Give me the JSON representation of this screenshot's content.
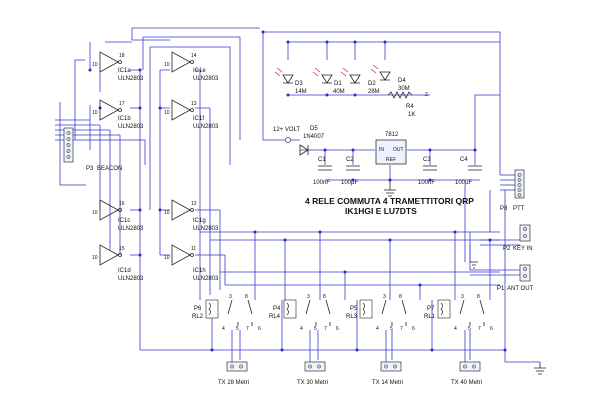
{
  "title": {
    "line1": "4 RELE COMMUTA 4 TRAMETTITORI QRP",
    "line2": "IK1HGI E LU7DTS"
  },
  "buffers": {
    "ic1a": {
      "name": "IC1a",
      "part": "ULN2803"
    },
    "ic1b": {
      "name": "IC1b",
      "part": "ULN2803"
    },
    "ic1c": {
      "name": "IC1c",
      "part": "ULN2803"
    },
    "ic1d": {
      "name": "IC1d",
      "part": "ULN2803"
    },
    "ic1e": {
      "name": "IC1e",
      "part": "ULN2803"
    },
    "ic1f": {
      "name": "IC1f",
      "part": "ULN2803"
    },
    "ic1g": {
      "name": "IC1g",
      "part": "ULN2803"
    },
    "ic1h": {
      "name": "IC1h",
      "part": "ULN2803"
    }
  },
  "leds": [
    {
      "ref": "D3",
      "band": "14M"
    },
    {
      "ref": "D1",
      "band": "40M"
    },
    {
      "ref": "D2",
      "band": "28M"
    },
    {
      "ref": "D4",
      "band": "30M"
    }
  ],
  "resistor": {
    "ref": "R4",
    "value": "1K"
  },
  "power": {
    "supply": "12+ VOLT",
    "diode_ref": "D5",
    "diode_part": "1N4007",
    "regulator": "7812",
    "reg_in": "IN",
    "reg_out": "OUT",
    "reg_ref": "REF"
  },
  "capacitors": [
    {
      "ref": "C1",
      "value": "100nF"
    },
    {
      "ref": "C2",
      "value": "100µF"
    },
    {
      "ref": "C3",
      "value": "100nF"
    },
    {
      "ref": "C4",
      "value": "100µF"
    }
  ],
  "connectors": {
    "p3": "P3",
    "p3_label": "BEACON",
    "p8": "P8",
    "p8_label": "PTT",
    "p2": "P2",
    "p2_label": "KEY IN",
    "p1": "P1",
    "p1_label": "ANT OUT"
  },
  "relays": [
    {
      "p": "P6",
      "rl": "RL2",
      "tx": "TX 28 Metri"
    },
    {
      "p": "P4",
      "rl": "RL4",
      "tx": "TX 30 Metri"
    },
    {
      "p": "P5",
      "rl": "RL3",
      "tx": "TX 14 Metri"
    },
    {
      "p": "P7",
      "rl": "RL1",
      "tx": "TX 40 Metri"
    }
  ],
  "pin_numbers": {
    "n10": "10",
    "n11": "11",
    "n12": "12",
    "n13": "13",
    "n14": "14",
    "n15": "15",
    "n16": "16",
    "n17": "17",
    "n18": "18",
    "r1": "1",
    "r2": "2",
    "r3": "3",
    "r4": "4",
    "r5": "5",
    "r6": "6",
    "r7": "7",
    "r8": "8"
  }
}
